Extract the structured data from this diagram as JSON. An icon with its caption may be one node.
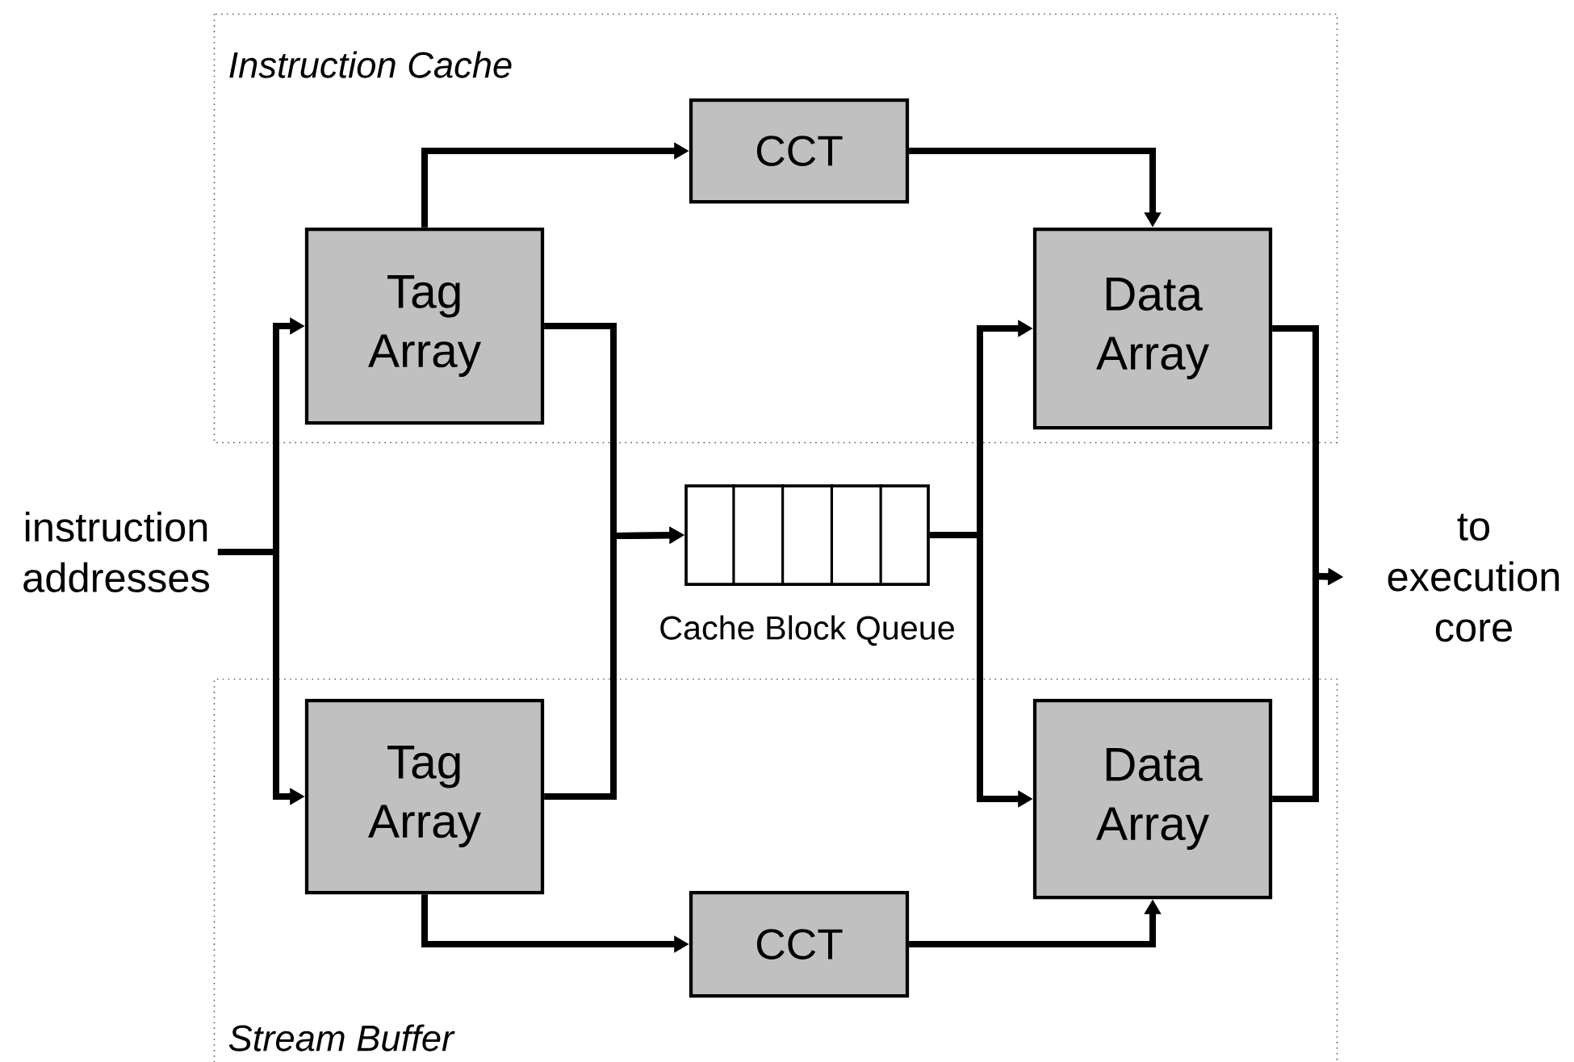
{
  "diagram": {
    "nodes": [
      {
        "text": [
          "Instruction Cache"
        ]
      },
      {
        "text": [
          "instruction addresses"
        ]
      },
      {
        "text": [
          "CCT"
        ],
        "in": 0
      },
      {
        "text": [
          "Tag Array"
        ],
        "in": 0
      },
      {
        "text": [
          "Data Array"
        ],
        "in": 0
      },
      {
        "text": [],
        "shape": "box",
        "beside": [
          "Cache Block Queue"
        ]
      },
      {
        "text": [
          "to execution core"
        ]
      },
      {
        "text": [
          "Stream Buffer"
        ]
      },
      {
        "text": [
          "Tag Array"
        ],
        "in": 7
      },
      {
        "text": [
          "Data Array"
        ],
        "in": 7
      },
      {
        "text": [
          "CCT"
        ],
        "in": 7
      }
    ],
    "edges": [
      {
        "from": 1,
        "to": 3,
        "arrow": "to"
      },
      {
        "from": 1,
        "to": 8,
        "arrow": "to"
      },
      {
        "from": 3,
        "to": 2,
        "arrow": "to"
      },
      {
        "from": 2,
        "to": 4,
        "arrow": "to"
      },
      {
        "from": 3,
        "to": 5,
        "arrow": "to"
      },
      {
        "from": 8,
        "to": 5,
        "arrow": "to"
      },
      {
        "from": 5,
        "to": 4,
        "arrow": "to"
      },
      {
        "from": 5,
        "to": 9,
        "arrow": "to"
      },
      {
        "from": 4,
        "to": 6,
        "arrow": "to"
      },
      {
        "from": 9,
        "to": 6,
        "arrow": "to"
      },
      {
        "from": 8,
        "to": 10,
        "arrow": "to"
      },
      {
        "from": 10,
        "to": 9,
        "arrow": "to"
      }
    ]
  }
}
